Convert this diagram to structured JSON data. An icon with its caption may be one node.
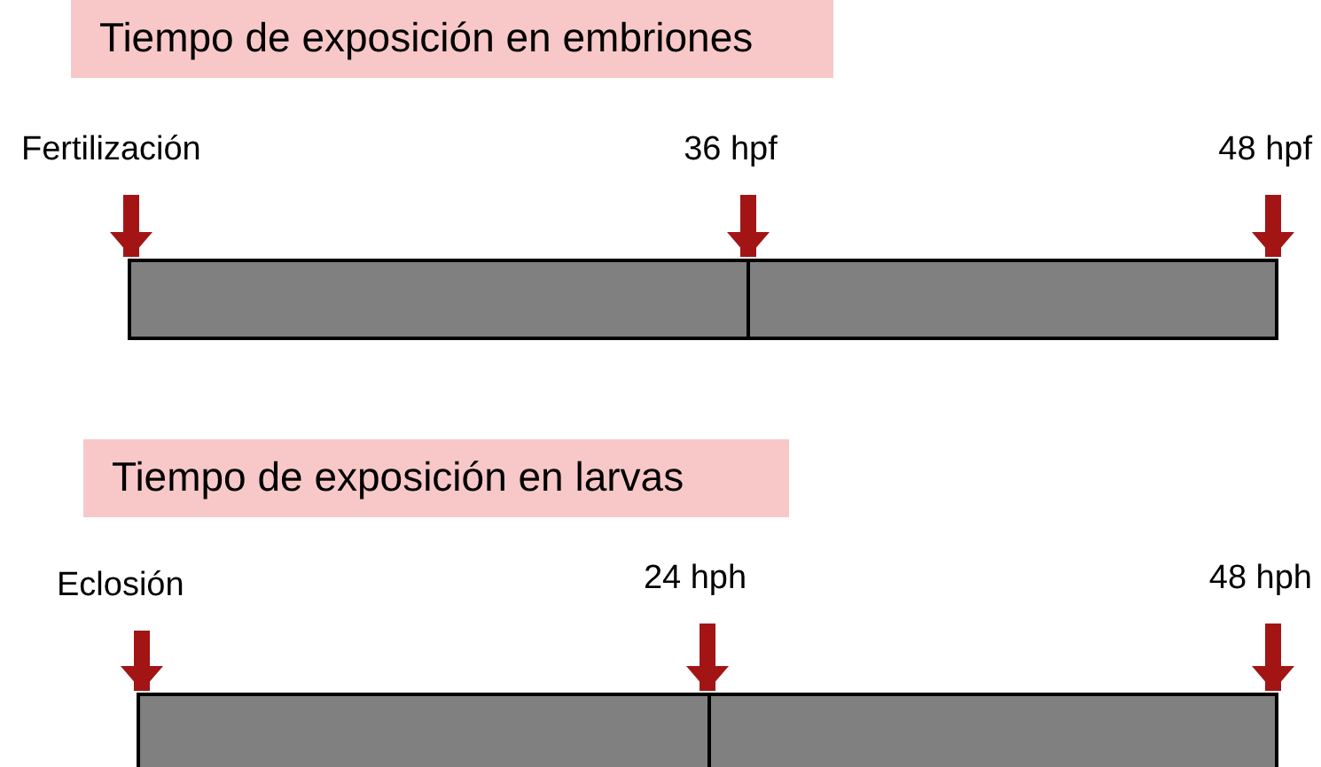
{
  "diagram": {
    "nodes": [
      {
        "text": [
          "Tiempo de exposición en embriones"
        ]
      },
      {
        "text": [
          "Fertilización"
        ]
      },
      {
        "text": [
          "36 hpf"
        ]
      },
      {
        "text": [
          "48 hpf"
        ]
      },
      {
        "text": [],
        "shape": "bar"
      },
      {
        "text": [],
        "shape": "bar"
      },
      {
        "text": [
          "Tiempo de exposición en larvas"
        ]
      },
      {
        "text": [
          "Eclosión"
        ]
      },
      {
        "text": [
          "24 hph"
        ]
      },
      {
        "text": [
          "48 hph"
        ]
      },
      {
        "text": [],
        "shape": "bar"
      },
      {
        "text": [],
        "shape": "bar"
      }
    ],
    "edges": [
      {
        "from": 1,
        "to": 4,
        "arrow": "to"
      },
      {
        "from": 2,
        "to": 5,
        "arrow": "to"
      },
      {
        "from": 3,
        "to": 5,
        "arrow": "to"
      },
      {
        "from": 7,
        "to": 10,
        "arrow": "to"
      },
      {
        "from": 8,
        "to": 11,
        "arrow": "to"
      },
      {
        "from": 9,
        "to": 11,
        "arrow": "to"
      }
    ]
  }
}
